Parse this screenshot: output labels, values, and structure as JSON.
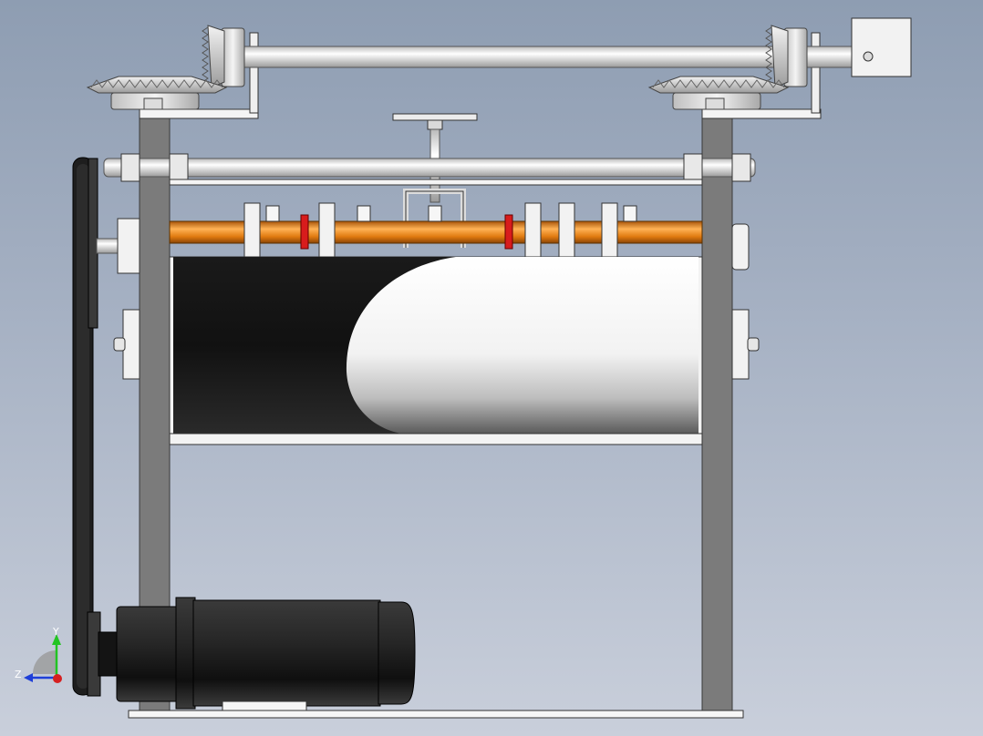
{
  "view": {
    "background_top": "#8e9db2",
    "background_bottom": "#c9cfdb"
  },
  "model": {
    "parts": [
      "frame-post-left",
      "frame-post-right",
      "base-plate",
      "top-shaft",
      "bevel-gear-left",
      "bevel-gear-right",
      "handwheel",
      "tension-rod",
      "adjust-screw",
      "cutter-shaft",
      "roller-drum",
      "belt",
      "pulley",
      "motor"
    ],
    "colors": {
      "frame": "#7b7b7b",
      "shaft": "#e6e6e6",
      "cutter_shaft": "#e07a10",
      "marker": "#d81c1c",
      "motor": "#2a2a2a",
      "belt": "#1e1e1e"
    }
  },
  "triad": {
    "y_label": "Y",
    "z_label": "Z",
    "y_color": "#22c422",
    "z_color": "#1f3fd8",
    "origin_color": "#d62020"
  }
}
